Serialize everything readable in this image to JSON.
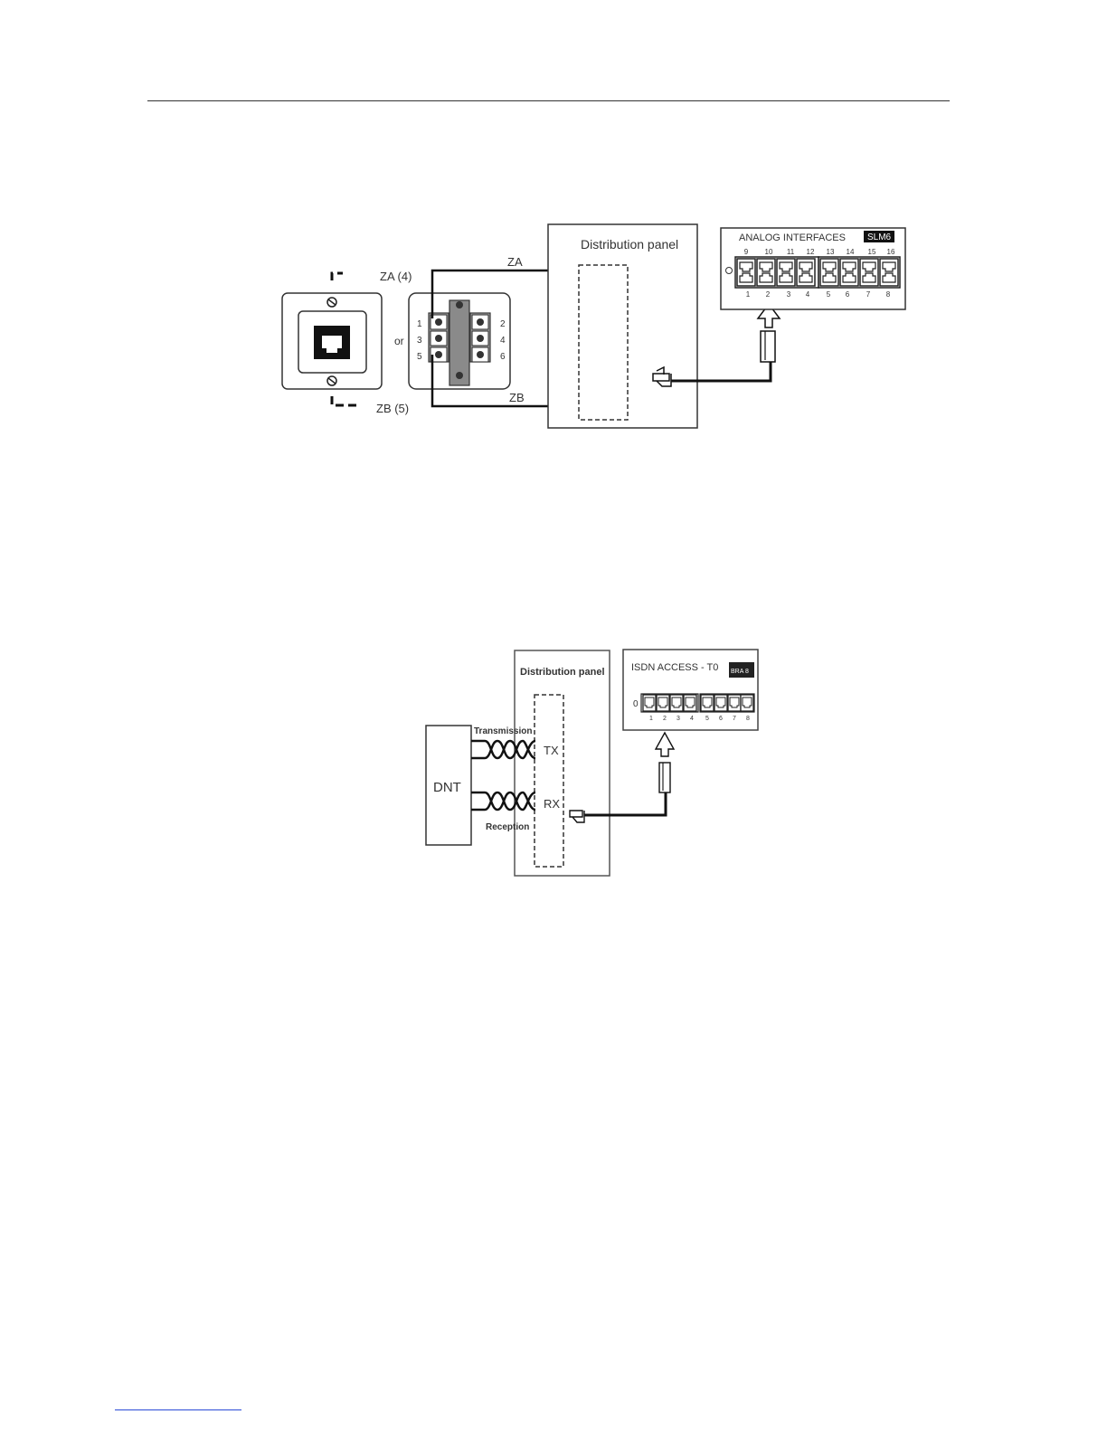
{
  "figure1": {
    "za_label": "ZA (4)",
    "zb_label": "ZB (5)",
    "or_label": "or",
    "terminal_numbers_left": [
      "1",
      "3",
      "5"
    ],
    "terminal_numbers_right": [
      "2",
      "4",
      "6"
    ],
    "za_wire_label": "ZA",
    "zb_wire_label": "ZB",
    "distribution_panel": "Distribution panel",
    "board_title": "ANALOG INTERFACES",
    "board_badge": "SLM6",
    "ports_top": [
      "9",
      "10",
      "11",
      "12",
      "13",
      "14",
      "15",
      "16"
    ],
    "ports_bottom": [
      "1",
      "2",
      "3",
      "4",
      "5",
      "6",
      "7",
      "8"
    ]
  },
  "figure2": {
    "distribution_panel": "Distribution panel",
    "board_title": "ISDN ACCESS - T0",
    "board_badge": "BRA 8",
    "zero_label": "0",
    "ports": [
      "1",
      "2",
      "3",
      "4",
      "5",
      "6",
      "7",
      "8"
    ],
    "dnt_label": "DNT",
    "transmission_label": "Transmission",
    "reception_label": "Reception",
    "tx_label": "TX",
    "rx_label": "RX"
  }
}
